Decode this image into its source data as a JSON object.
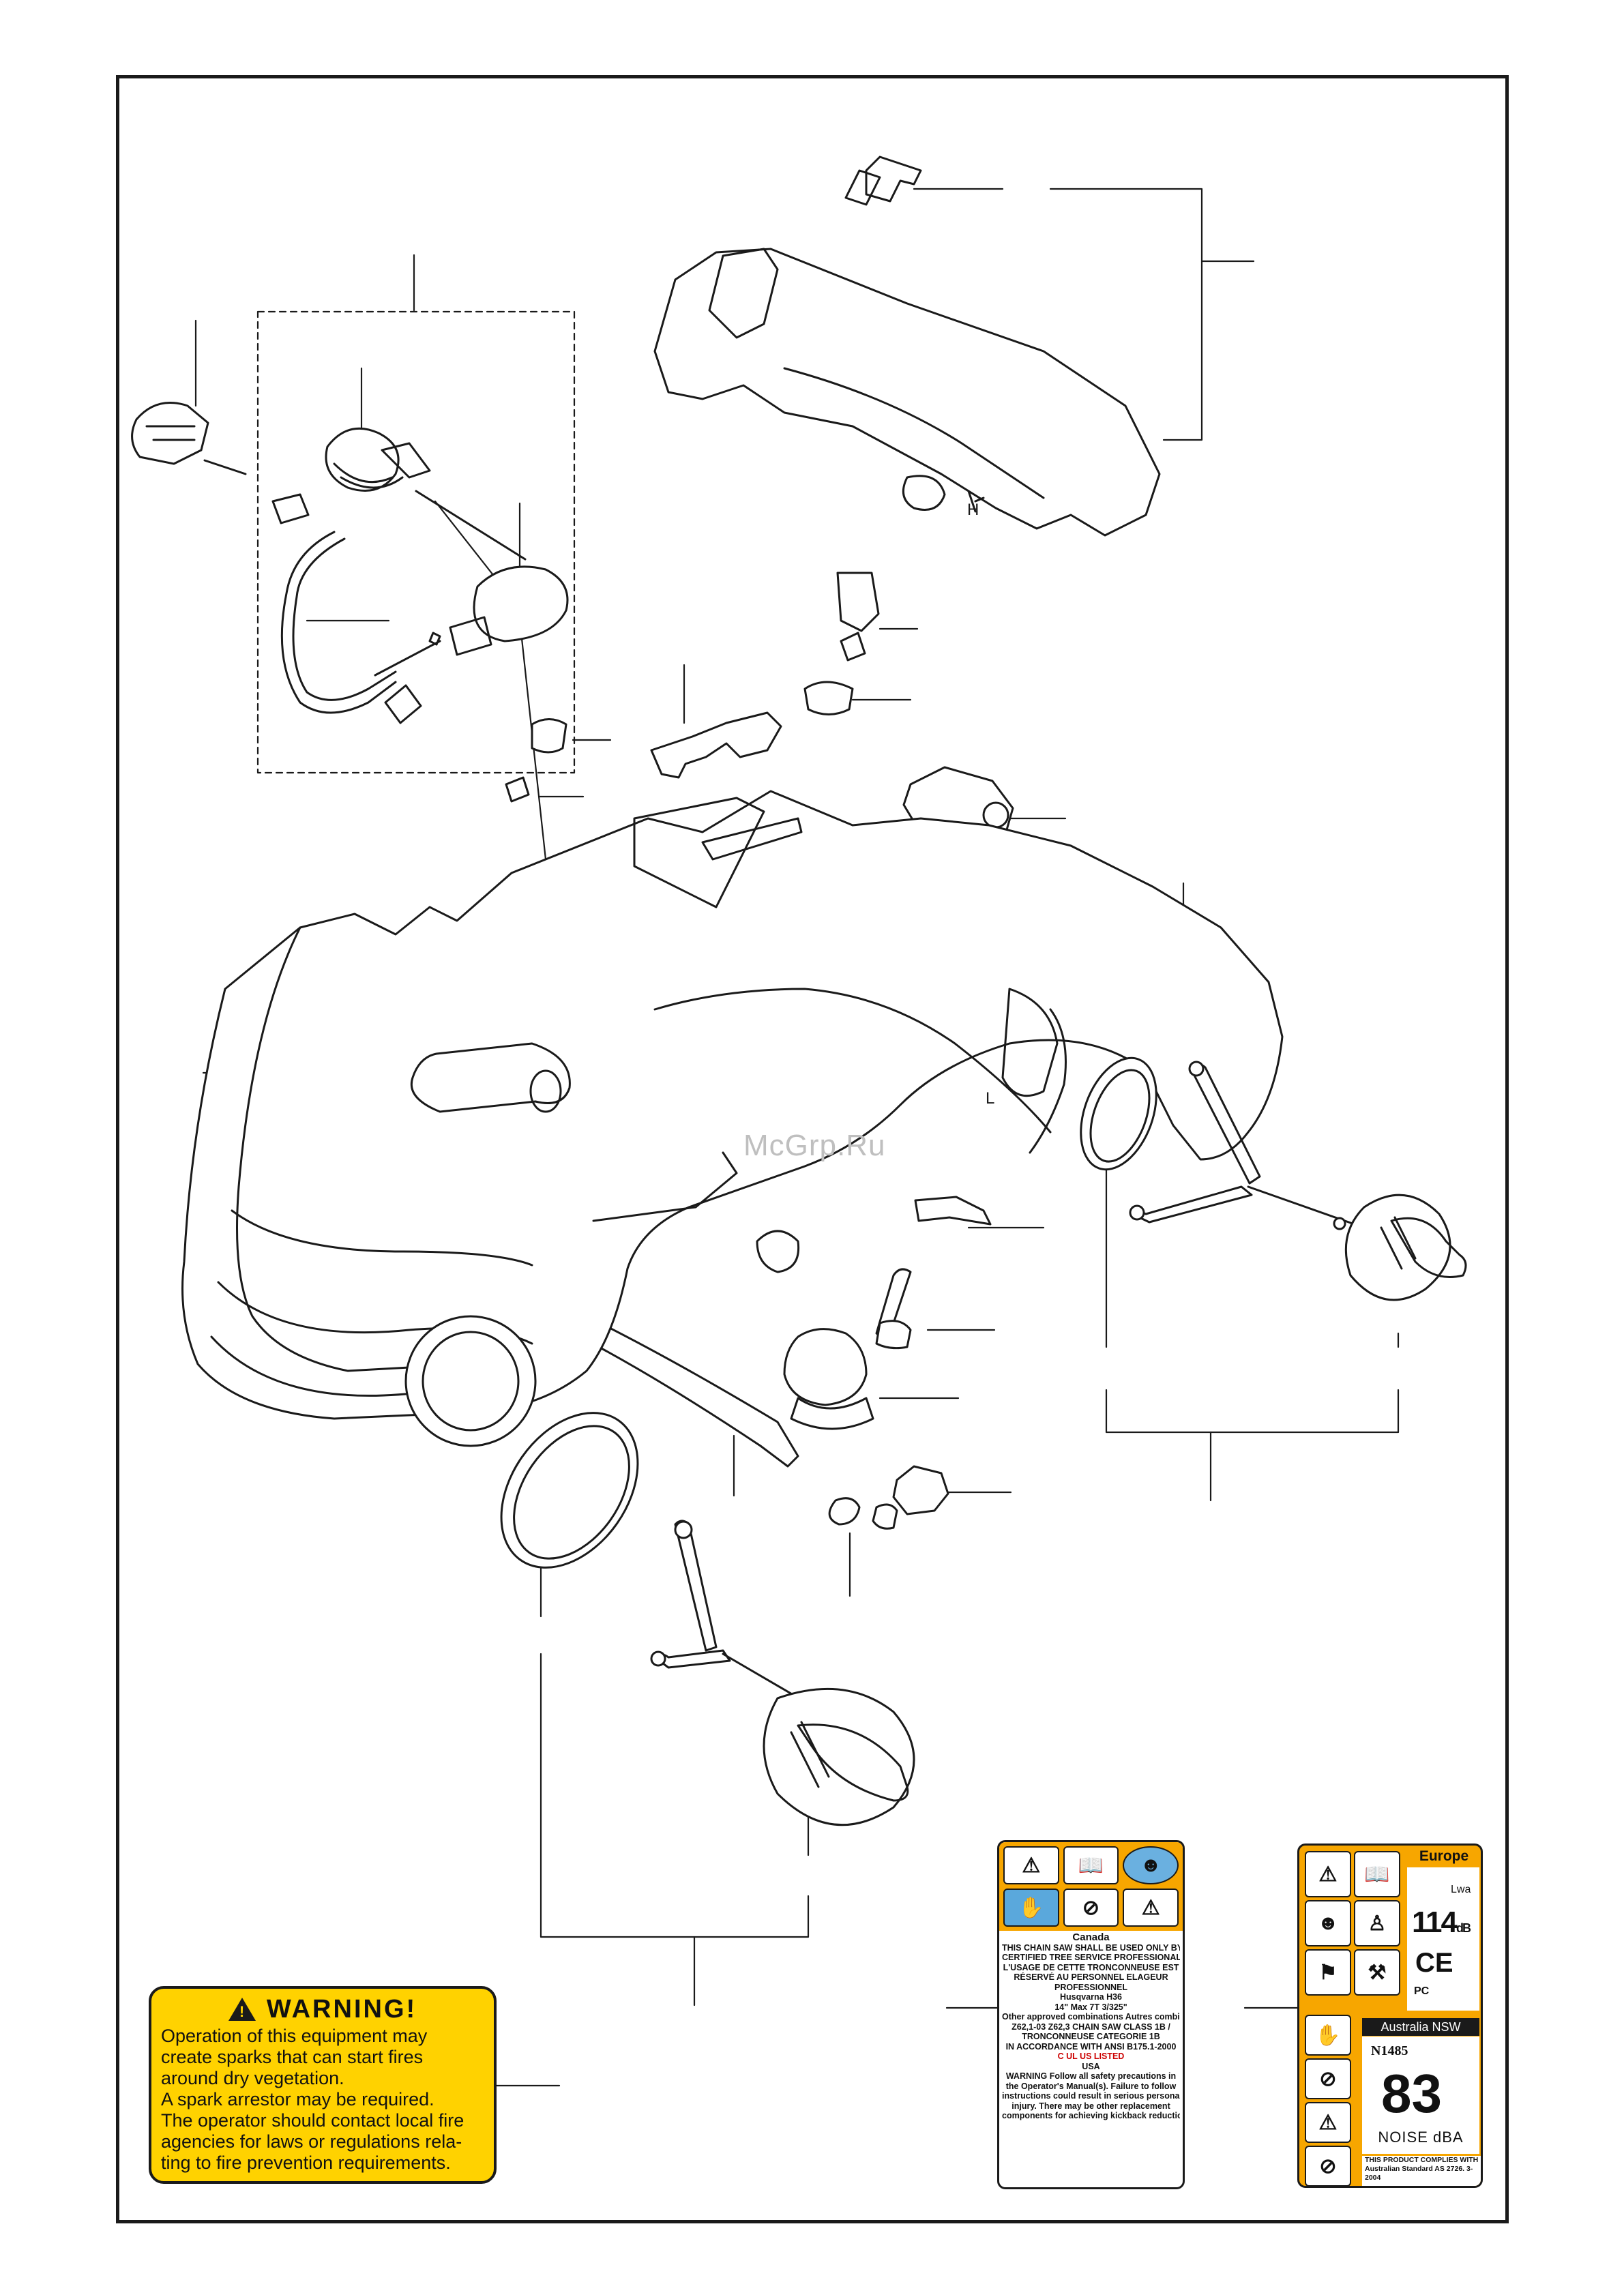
{
  "watermark": "McGrp.Ru",
  "warning_label": {
    "title": "WARNING!",
    "lines": [
      "Operation of this equipment may",
      "create sparks that can start fires",
      "around dry vegetation.",
      "A spark arrestor may be required.",
      "The operator should contact local fire",
      "agencies for laws or regulations rela-",
      "ting to fire prevention requirements."
    ]
  },
  "canada_label": {
    "heading": "Canada",
    "lines": [
      "THIS CHAIN SAW SHALL BE USED ONLY BY",
      "CERTIFIED TREE SERVICE PROFESSIONALS",
      "L'USAGE DE CETTE TRONCONNEUSE EST",
      "RÉSERVÉ AU PERSONNEL ELAGEUR",
      "PROFESSIONNEL",
      "Husqvarna H36",
      "14\"   Max 7T   3/325\"",
      "Other approved combinations   Autres combinaisons approuvées",
      "Z62,1-03 Z62,3 CHAIN SAW CLASS 1B /",
      "TRONCONNEUSE CATEGORIE 1B",
      "IN ACCORDANCE WITH ANSI B175.1-2000",
      "USA",
      "WARNING Follow all safety precautions in",
      "the Operator's Manual(s). Failure to follow",
      "instructions could result in serious personal",
      "injury. There may be other replacement",
      "components for achieving kickback reduction."
    ],
    "ul_mark": "C UL US LISTED"
  },
  "europe_label": {
    "heading": "Europe",
    "sound_power": "114",
    "sound_unit": "dB",
    "lwa": "Lwa",
    "ce": "CE",
    "pc": "PC",
    "australia": "Australia NSW",
    "approval": "N1485",
    "noise_value": "83",
    "noise_unit": "NOISE dBA",
    "compliance": [
      "THIS PRODUCT COMPLIES WITH",
      "Australian Standard AS 2726. 3-2004"
    ]
  },
  "icons": {
    "warning": "warning-triangle-icon",
    "manual": "operator-manual-icon",
    "protection": "head-protection-icon",
    "kickback": "kickback-icon",
    "one_hand": "no-one-hand-icon"
  }
}
